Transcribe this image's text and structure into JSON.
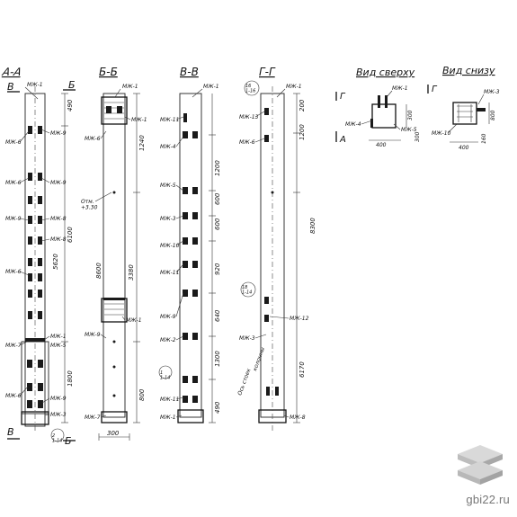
{
  "drawing": {
    "sections": {
      "aa": {
        "title": "А-А",
        "cut_mark_left": "В",
        "cut_mark_right": "Б",
        "bottom_left": "В",
        "bottom_right": "Б",
        "labels": [
          "МЖ-1",
          "МЖ-6",
          "МЖ-9",
          "МЖ-6",
          "МЖ-9",
          "МЖ-8",
          "МЖ-9",
          "МЖ-8",
          "МЖ-6",
          "МЖ-1",
          "МЖ-5",
          "МЖ-7",
          "МЖ-6",
          "МЖ-9",
          "МЖ-3"
        ],
        "dims": [
          "490",
          "5620",
          "6100",
          "1800"
        ],
        "callout": "2\n1-14"
      },
      "bb": {
        "title": "Б-Б",
        "labels": [
          "МЖ-1",
          "МЖ-1",
          "МЖ-6",
          "МЖ-1",
          "МЖ-9",
          "МЖ-7"
        ],
        "dims": [
          "1240",
          "3380",
          "8600",
          "800",
          "300"
        ],
        "note": "Отм.\n+3.30"
      },
      "vv": {
        "title": "В-В",
        "labels": [
          "МЖ-1",
          "МЖ-11",
          "МЖ-4",
          "МЖ-5",
          "МЖ-3",
          "МЖ-10",
          "МЖ-11",
          "МЖ-9",
          "МЖ-2",
          "МЖ-11",
          "МЖ-1"
        ],
        "dims": [
          "1200",
          "600",
          "920",
          "640",
          "1300",
          "600",
          "490"
        ],
        "callout": "1\n1-14"
      },
      "gg": {
        "title": "Г-Г",
        "labels": [
          "МЖ-1",
          "МЖ-13",
          "МЖ-6",
          "МЖ-12",
          "МЖ-3",
          "МЖ-8"
        ],
        "dims": [
          "1200",
          "8300",
          "6170",
          "200"
        ],
        "callouts": [
          "16\n1-16",
          "18\n1-14"
        ],
        "note": "Ось стоек\nколонны"
      },
      "top_view": {
        "title": "Вид сверху",
        "cut_marks": [
          "Г",
          "А"
        ],
        "labels": [
          "МЖ-1",
          "МЖ-4",
          "МЖ-5"
        ],
        "dims": [
          "300",
          "400",
          "300"
        ]
      },
      "bottom_view": {
        "title": "Вид снизу",
        "cut_mark": "Г",
        "labels": [
          "МЖ-3",
          "МЖ-10"
        ],
        "dims": [
          "800",
          "160",
          "400"
        ]
      }
    }
  },
  "watermark": {
    "text": "gbi22.ru",
    "icon": "stacked-slabs-icon"
  }
}
